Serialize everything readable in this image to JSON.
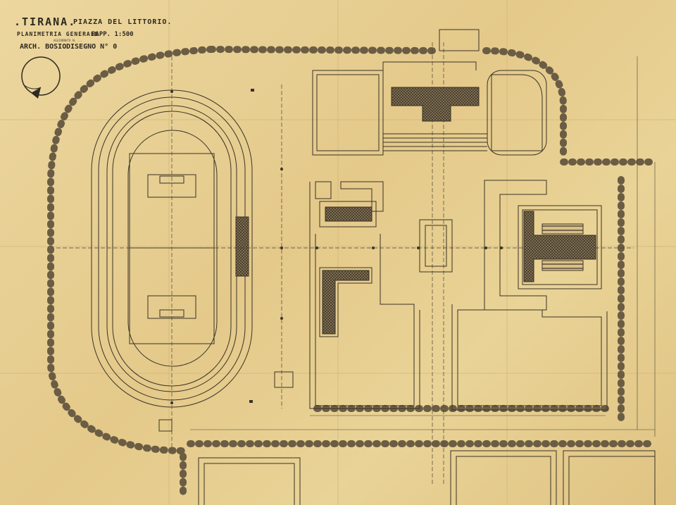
{
  "drawing": {
    "city": ".TIRANA.",
    "place": "PIAZZA DEL LITTORIO.",
    "plan_title": "PLANIMETRIA GENERALE",
    "scale": "RAPP. 1:500",
    "small_note": "AGGIORNATO AL ...",
    "architect": "ARCH. BOSIO",
    "drawing_no": "DISEGNO N° 0"
  },
  "colors": {
    "paper": "#e6cf93",
    "ink": "#3a3326",
    "hatch": "#6e5e46"
  },
  "icons": [
    "north-arrow-icon",
    "tree-icon"
  ]
}
